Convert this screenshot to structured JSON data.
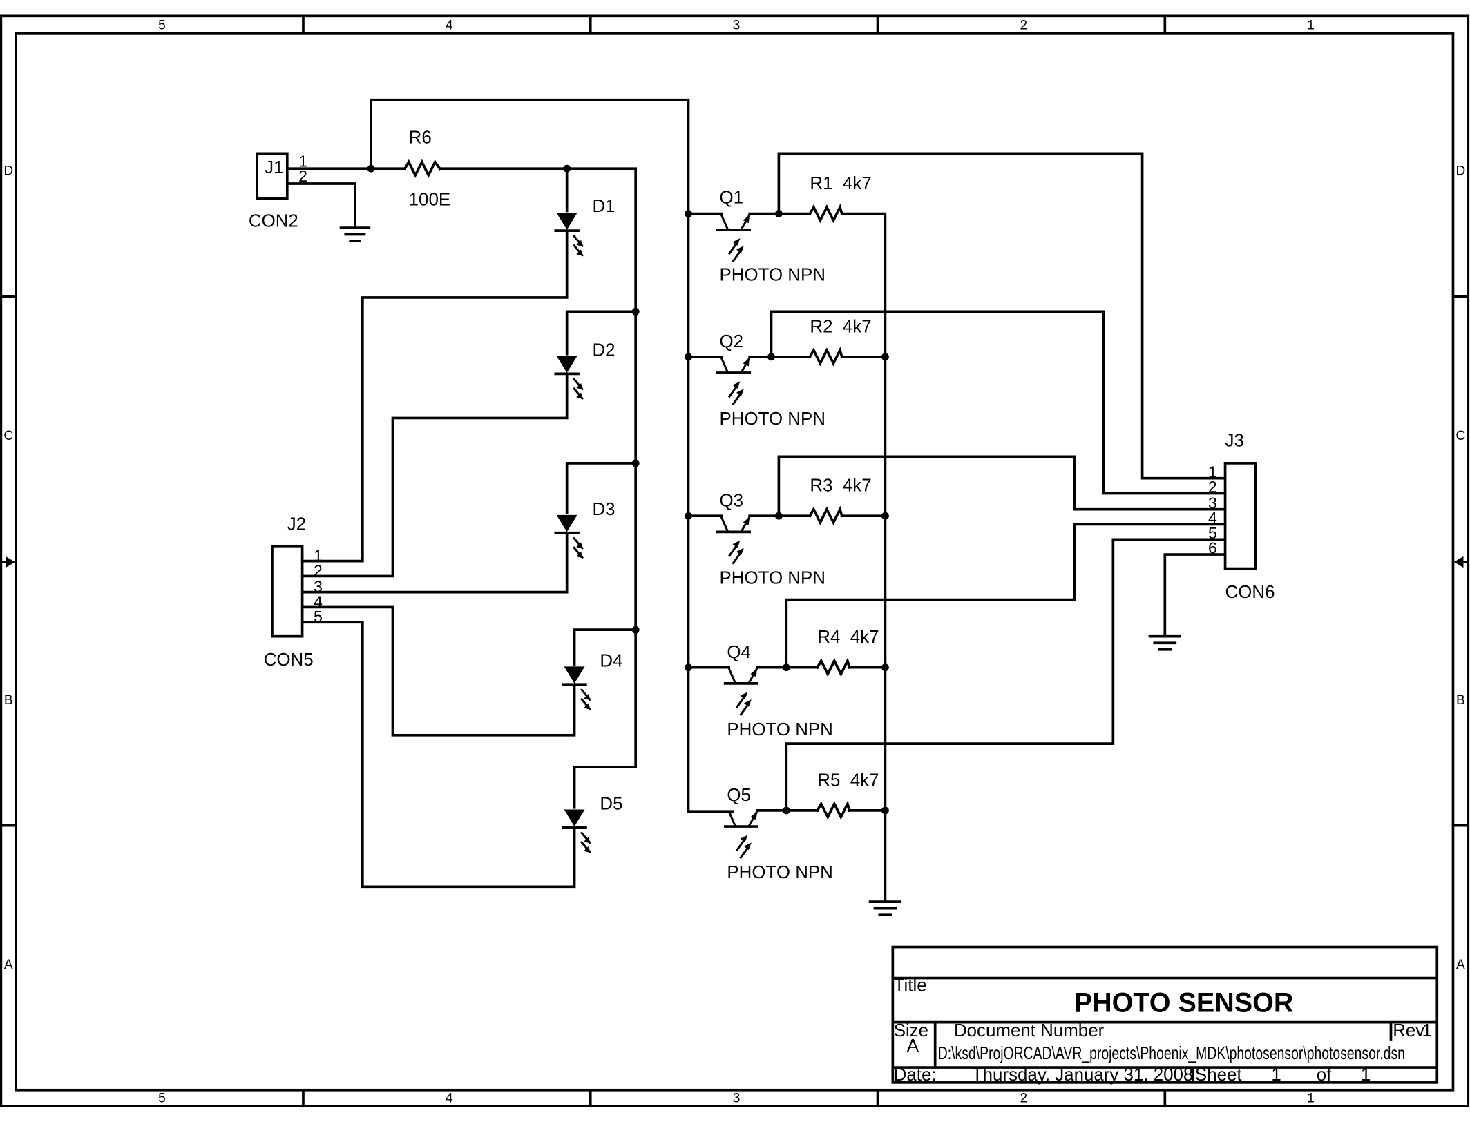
{
  "sheet": {
    "columns": [
      "5",
      "4",
      "3",
      "2",
      "1"
    ],
    "rows": [
      "D",
      "C",
      "B",
      "A"
    ]
  },
  "connectors": {
    "j1": {
      "ref": "J1",
      "value": "CON2",
      "pins": [
        "1",
        "2"
      ]
    },
    "j2": {
      "ref": "J2",
      "value": "CON5",
      "pins": [
        "1",
        "2",
        "3",
        "4",
        "5"
      ]
    },
    "j3": {
      "ref": "J3",
      "value": "CON6",
      "pins": [
        "1",
        "2",
        "3",
        "4",
        "5",
        "6"
      ]
    }
  },
  "resistor_r6": {
    "ref": "R6",
    "value": "100E"
  },
  "diodes": [
    "D1",
    "D2",
    "D3",
    "D4",
    "D5"
  ],
  "transistors": [
    {
      "ref": "Q1",
      "value": "PHOTO NPN"
    },
    {
      "ref": "Q2",
      "value": "PHOTO NPN"
    },
    {
      "ref": "Q3",
      "value": "PHOTO NPN"
    },
    {
      "ref": "Q4",
      "value": "PHOTO NPN"
    },
    {
      "ref": "Q5",
      "value": "PHOTO NPN"
    }
  ],
  "resistors": [
    {
      "label": "R1  4k7"
    },
    {
      "label": "R2  4k7"
    },
    {
      "label": "R3  4k7"
    },
    {
      "label": "R4  4k7"
    },
    {
      "label": "R5  4k7"
    }
  ],
  "title_block": {
    "title_label": "Title",
    "title": "PHOTO SENSOR",
    "size_label": "Size",
    "size": "A",
    "doc_number_label": "Document Number",
    "doc_number": "D:\\ksd\\ProjORCAD\\AVR_projects\\Phoenix_MDK\\photosensor\\photosensor.dsn",
    "rev_label": "Rev",
    "rev": "1",
    "date_label": "Date:",
    "date": "Thursday, January 31, 2008",
    "sheet_label": "Sheet",
    "sheet_number": "1",
    "of_label": "of",
    "sheet_total": "1"
  }
}
